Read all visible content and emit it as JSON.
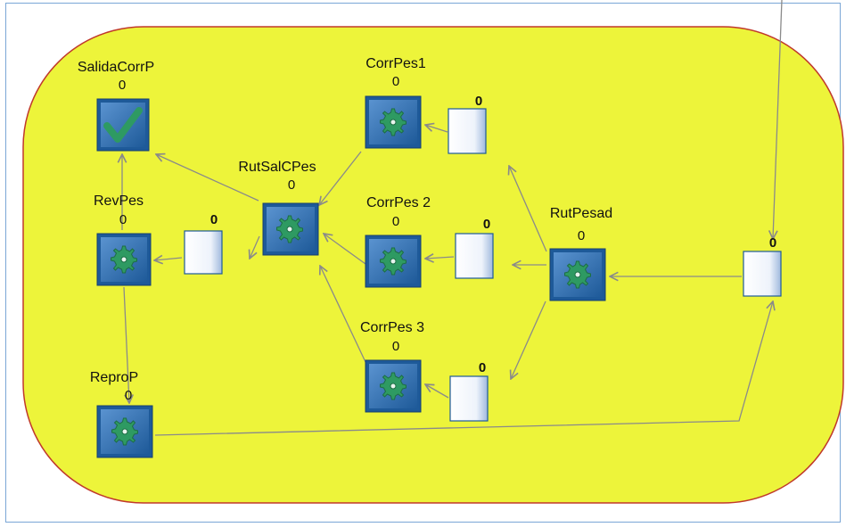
{
  "colors": {
    "region_fill": "#edf43a",
    "region_border": "#c0392b",
    "node_blue": "#2f6fb0",
    "gear_green": "#2e9a62",
    "arrow": "#8a8a8a",
    "frame": "#7aa6d6"
  },
  "nodes": {
    "salida_corr_p": {
      "label": "SalidaCorrP",
      "count": "0",
      "icon": "checkmark-icon"
    },
    "corr_pes1": {
      "label": "CorrPes1",
      "count": "0",
      "icon": "gear-icon"
    },
    "rut_sal_c_pes": {
      "label": "RutSalCPes",
      "count": "0",
      "icon": "gear-icon"
    },
    "corr_pes2": {
      "label": "CorrPes 2",
      "count": "0",
      "icon": "gear-icon"
    },
    "rev_pes": {
      "label": "RevPes",
      "count": "0",
      "icon": "gear-icon"
    },
    "rut_pesad": {
      "label": "RutPesad",
      "count": "0",
      "icon": "gear-icon"
    },
    "corr_pes3": {
      "label": "CorrPes 3",
      "count": "0",
      "icon": "gear-icon"
    },
    "repro_p": {
      "label": "ReproP",
      "count": "0",
      "icon": "gear-icon"
    }
  },
  "queues": {
    "q_corr_pes1": {
      "count": "0"
    },
    "q_corr_pes2": {
      "count": "0"
    },
    "q_corr_pes3": {
      "count": "0"
    },
    "q_rev_pes": {
      "count": "0"
    },
    "q_entry": {
      "count": "0"
    }
  }
}
